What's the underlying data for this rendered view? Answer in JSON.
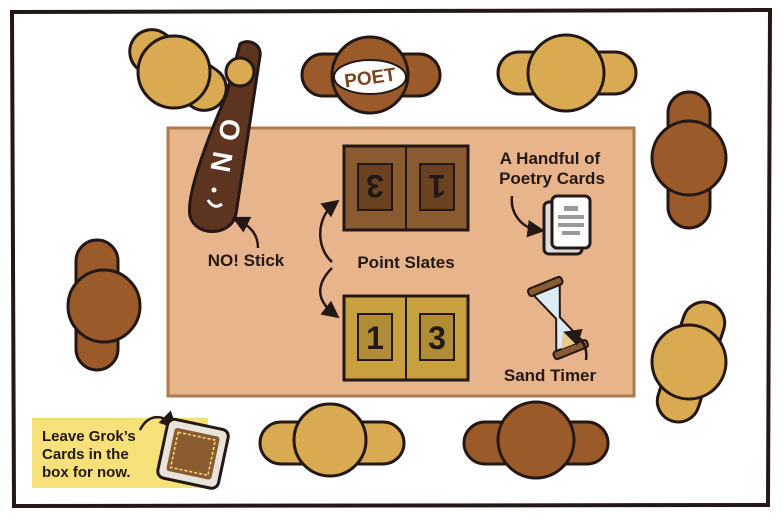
{
  "labels": {
    "no_stick": "NO! Stick",
    "point_slates": "Point Slates",
    "handful_line1": "A Handful of",
    "handful_line2": "Poetry Cards",
    "sand_timer": "Sand Timer",
    "poet_chair": "POET",
    "note_line1": "Leave Grok’s",
    "note_line2": "Cards in the",
    "note_line3": "box for now."
  },
  "stick_text": {
    "letter_n": "N",
    "letter_o": "O"
  },
  "slates": {
    "top_left": "3",
    "top_right": "1",
    "bottom_left": "1",
    "bottom_right": "3"
  },
  "colors": {
    "table": "#e8b48c",
    "table_border": "#b07a4c",
    "player_tan": "#d9aa52",
    "player_brown": "#9a5a2a",
    "stick": "#5c3420",
    "slate_dark": "#8a5a30",
    "slate_light": "#c8a040",
    "note_bg": "#f6e07a",
    "ink": "#231815"
  }
}
